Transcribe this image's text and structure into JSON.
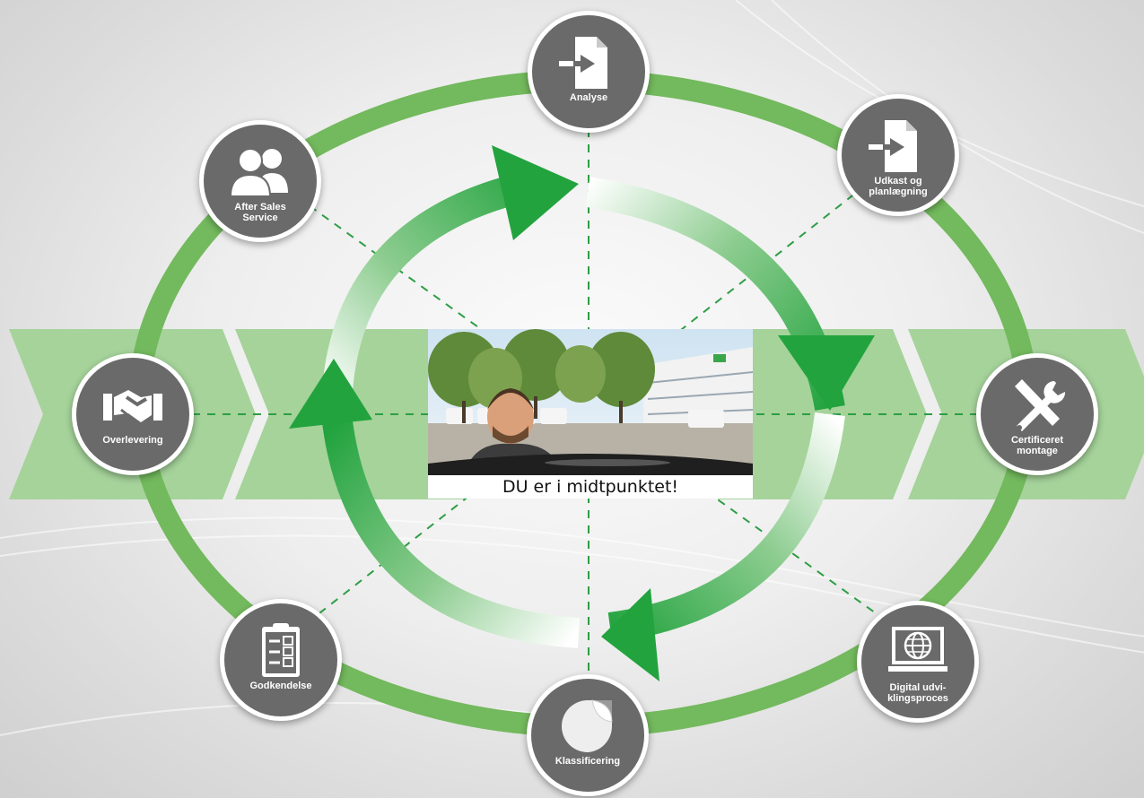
{
  "center": {
    "caption": "DU er i midtpunktet!",
    "image": "photo-man-at-car-with-trees-and-building"
  },
  "colors": {
    "ring_green": "#73b95d",
    "arrow_green": "#22a33e",
    "band_green": "#a5d39a",
    "node_grey": "#6a6a6a",
    "dash_green": "#2e9e45"
  },
  "nodes": [
    {
      "id": "analyse",
      "label": "Analyse",
      "icon": "document-import-icon"
    },
    {
      "id": "udkast",
      "label": "Udkast og\nplanlægning",
      "icon": "document-import-icon"
    },
    {
      "id": "certificeret",
      "label": "Certificeret\nmontage",
      "icon": "tools-icon"
    },
    {
      "id": "digital",
      "label": "Digital udvi-\nklingsproces",
      "icon": "laptop-globe-icon"
    },
    {
      "id": "klassificering",
      "label": "Klassificering",
      "icon": "sticker-icon"
    },
    {
      "id": "godkendelse",
      "label": "Godkendelse",
      "icon": "clipboard-icon"
    },
    {
      "id": "overlevering",
      "label": "Overlevering",
      "icon": "handshake-icon"
    },
    {
      "id": "aftersales",
      "label": "After Sales\nService",
      "icon": "users-icon"
    }
  ]
}
